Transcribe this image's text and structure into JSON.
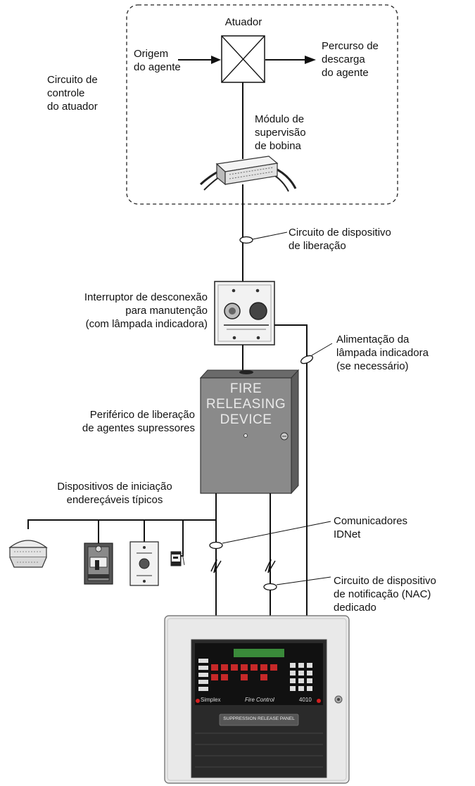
{
  "labels": {
    "actuator": "Atuador",
    "agent_source": [
      "Origem",
      "do agente"
    ],
    "discharge_path": [
      "Percurso de",
      "descarga",
      "do agente"
    ],
    "actuator_control_circuit": [
      "Circuito de",
      "controle",
      "do atuador"
    ],
    "coil_supervision_module": [
      "Módulo de",
      "supervisão",
      "de bobina"
    ],
    "releasing_device_circuit": [
      "Circuito de dispositivo",
      "de liberação"
    ],
    "maintenance_disconnect": [
      "Interruptor de desconexão",
      "para manutenção",
      "(com lâmpada indicadora)"
    ],
    "lamp_power": [
      "Alimentação da",
      "lâmpada indicadora",
      "(se necessário)"
    ],
    "releasing_peripheral": [
      "Periférico de liberação",
      "de agentes supressores"
    ],
    "initiating_devices": [
      "Dispositivos de iniciação",
      "endereçáveis típicos"
    ],
    "idnet": [
      "Comunicadores",
      "IDNet"
    ],
    "nac": [
      "Circuito de dispositivo",
      "de notificação (NAC)",
      "dedicado"
    ]
  },
  "releasing_device_box": [
    "FIRE",
    "RELEASING",
    "DEVICE"
  ],
  "control_panel": {
    "brand": "Simplex",
    "name": "Fire Control",
    "model": "4010",
    "placard": "SUPPRESSION RELEASE PANEL"
  },
  "icons": [
    "actuator-icon",
    "coil-supervision-module-icon",
    "disconnect-switch-icon",
    "smoke-detector-icon",
    "pull-station-icon",
    "key-switch-icon",
    "module-icon",
    "control-panel-icon"
  ],
  "colors": {
    "line": "#111111",
    "box_fill": "#8a8a8a",
    "panel_fill": "#e6e6e6",
    "indicator_red": "#d42020"
  }
}
